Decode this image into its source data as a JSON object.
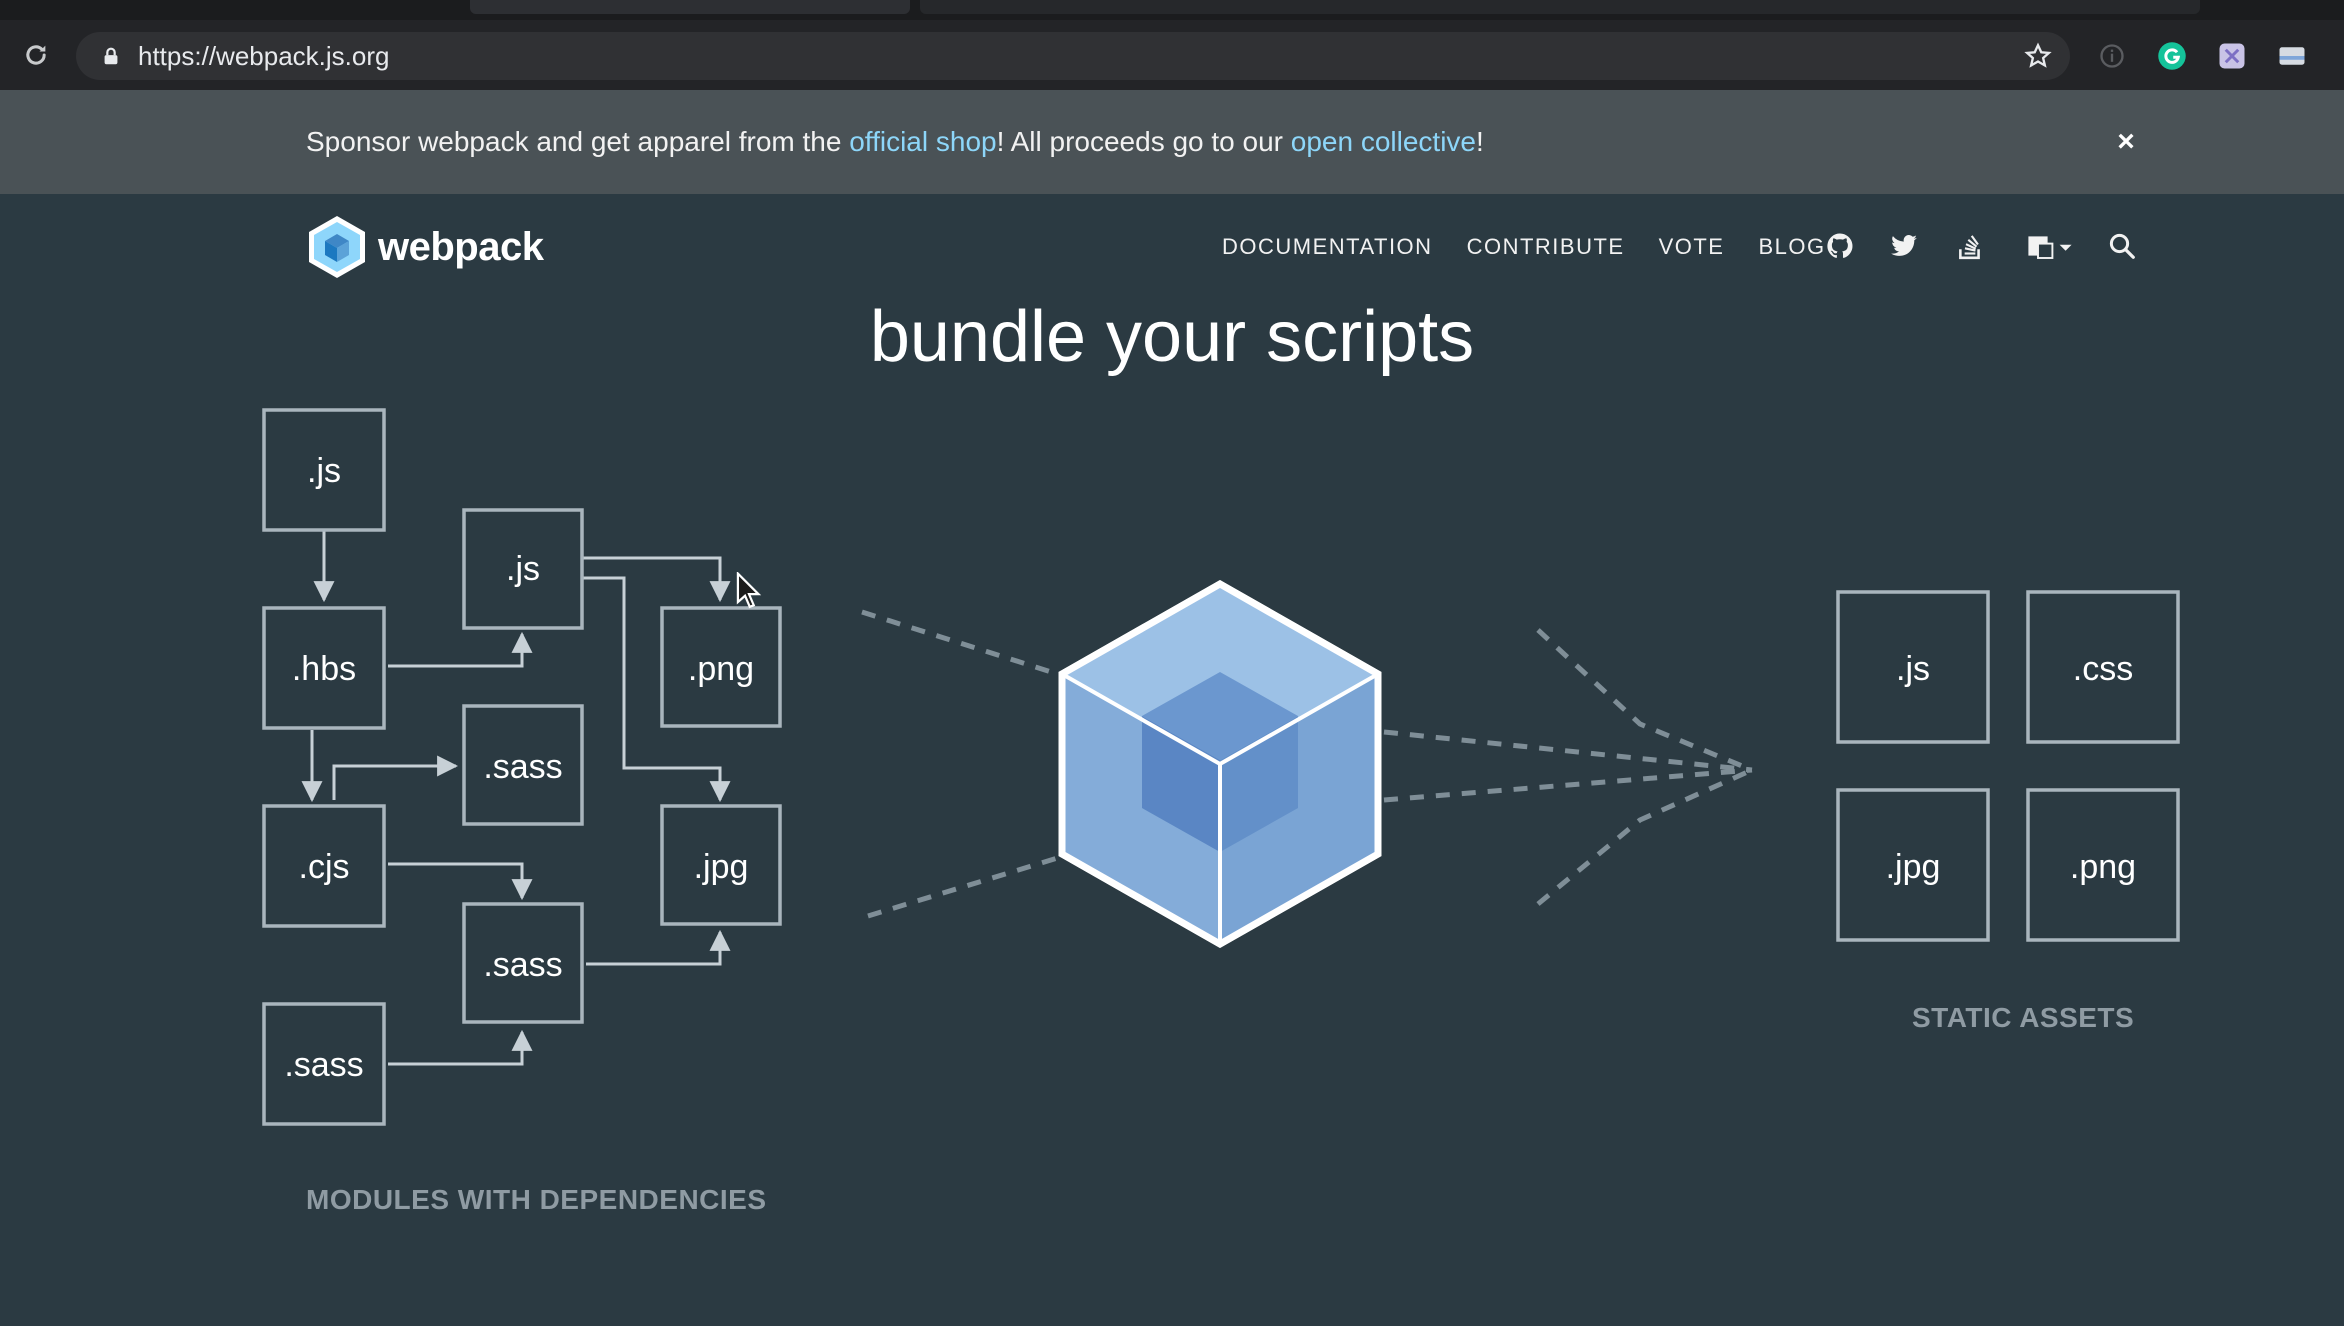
{
  "browser": {
    "url": "https://webpack.js.org"
  },
  "banner": {
    "text_before": "Sponsor webpack and get apparel from the ",
    "link_shop": "official shop",
    "text_middle": "! All proceeds go to our ",
    "link_collective": "open collective",
    "text_after": "!",
    "close_label": "×"
  },
  "header": {
    "logo_text": "webpack",
    "nav": [
      "DOCUMENTATION",
      "CONTRIBUTE",
      "VOTE",
      "BLOG"
    ],
    "icons": [
      "github-icon",
      "twitter-icon",
      "stack-overflow-icon",
      "language-icon",
      "search-icon"
    ]
  },
  "hero": {
    "title": "bundle your scripts"
  },
  "diagram": {
    "modules": [
      ".js",
      ".js",
      ".hbs",
      ".png",
      ".sass",
      ".cjs",
      ".jpg",
      ".sass",
      ".sass"
    ],
    "modules_label": "MODULES WITH DEPENDENCIES",
    "assets": [
      ".js",
      ".css",
      ".jpg",
      ".png"
    ],
    "assets_label": "STATIC ASSETS"
  },
  "colors": {
    "page_bg": "#2b3a42",
    "banner_bg": "#4a5256",
    "link": "#8dd6f9",
    "box_stroke": "#a9b5bd",
    "cube_light": "#8ab2dc",
    "cube_dark": "#5a86c4"
  }
}
